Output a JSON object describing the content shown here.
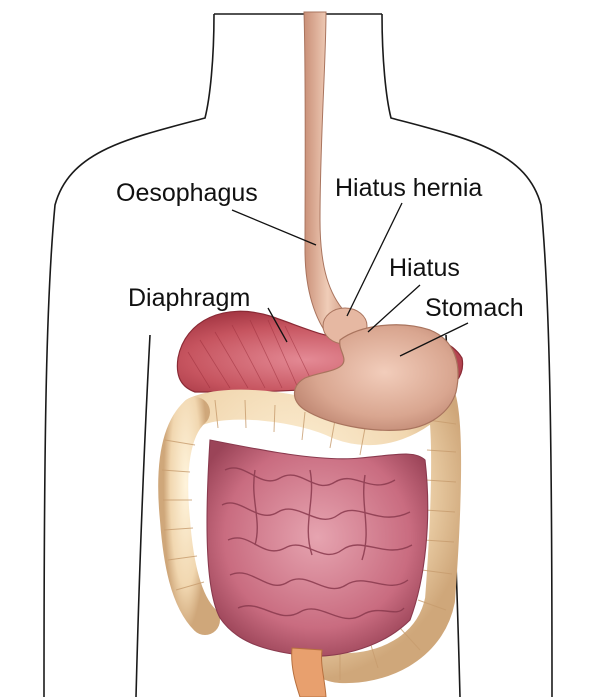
{
  "labels": {
    "oesophagus": "Oesophagus",
    "hiatus_hernia": "Hiatus hernia",
    "hiatus": "Hiatus",
    "diaphragm": "Diaphragm",
    "stomach": "Stomach"
  },
  "colors": {
    "outline": "#1a1a1a",
    "diaphragm": "#c6545f",
    "stomach": "#dba994",
    "oesophagus": "#dcae96",
    "small_intestine": "#c96c80",
    "large_intestine": "#f1d7b0",
    "rectum": "#e8a06e"
  }
}
